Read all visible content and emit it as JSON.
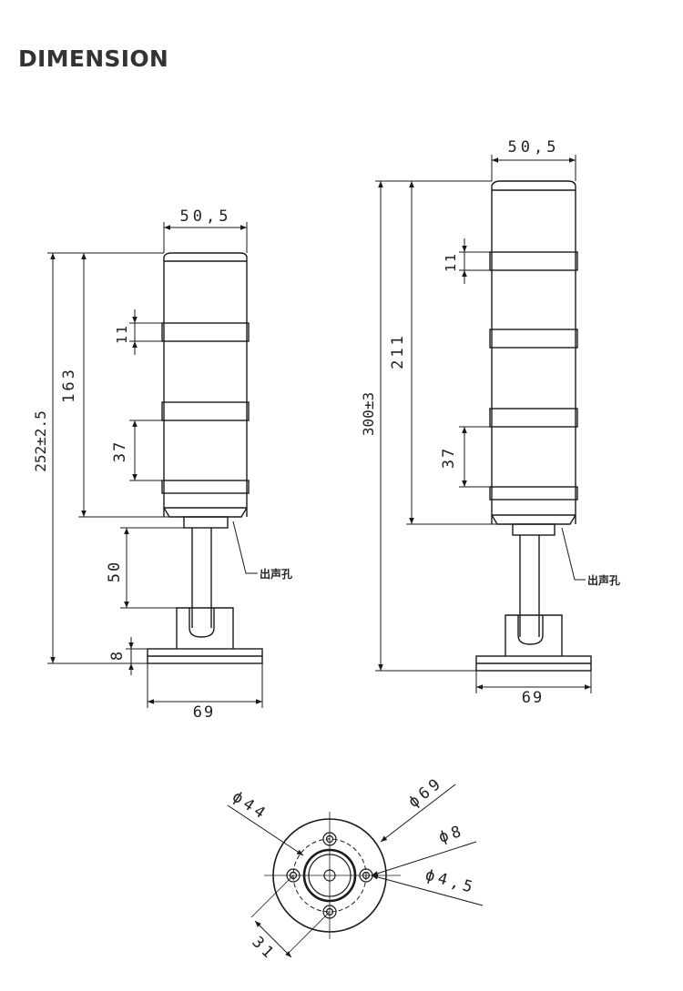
{
  "heading": "DIMENSION",
  "tower_a": {
    "top_width": "50,5",
    "total_height": "252±2.5",
    "body_height": "163",
    "ring_height": "11",
    "tier_height": "37",
    "pole_height": "50",
    "base_height": "8",
    "base_width": "69",
    "sound_hole": "出声孔"
  },
  "tower_b": {
    "top_width": "50,5",
    "total_height": "300±3",
    "body_height": "211",
    "ring_height": "11",
    "tier_height": "37",
    "base_width": "69",
    "sound_hole": "出声孔"
  },
  "base_plan": {
    "pcd": "ϕ44",
    "outer_diameter": "ϕ69",
    "center_hole": "ϕ8",
    "mount_hole": "ϕ4,5",
    "hole_spacing": "31"
  },
  "colors": {
    "line": "#1a1a1a",
    "heading": "#333333"
  }
}
